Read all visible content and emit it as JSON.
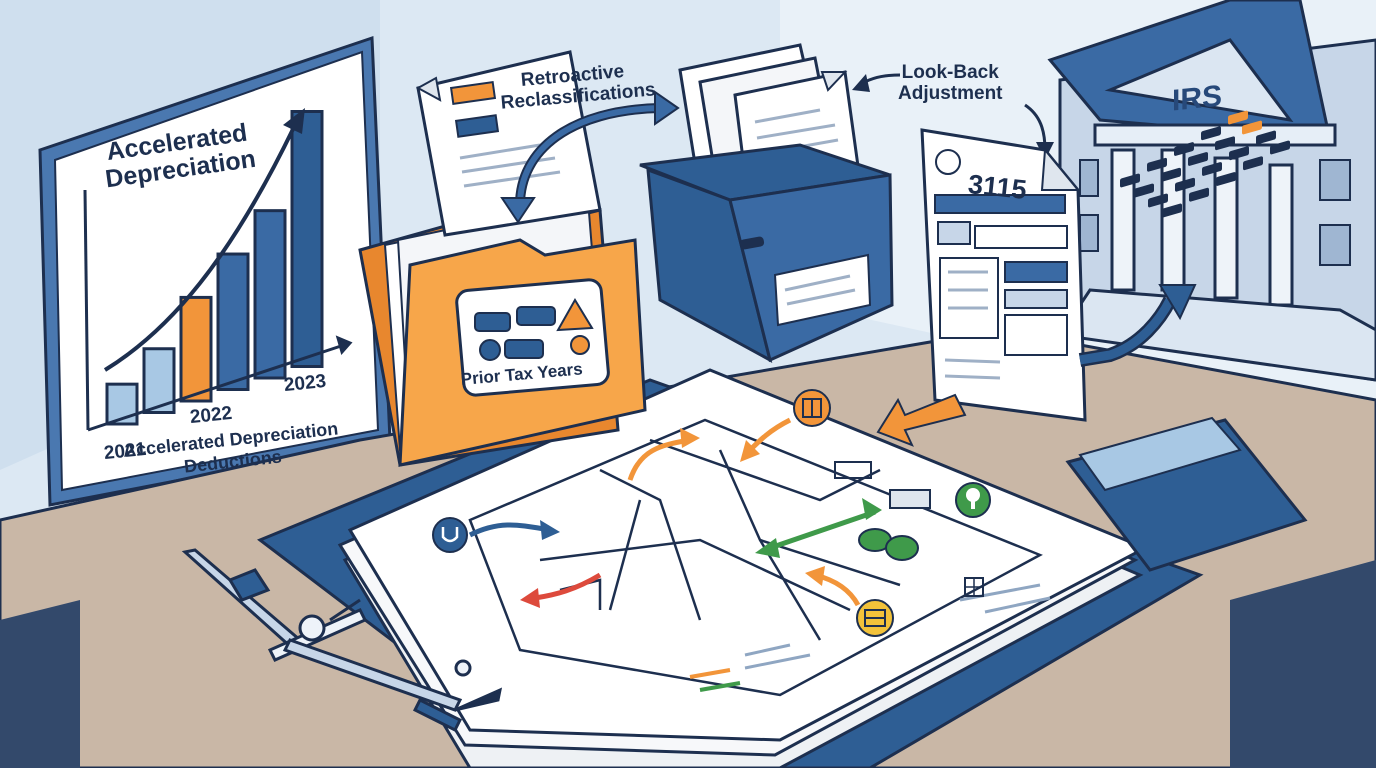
{
  "chart": {
    "title_line1": "Accelerated",
    "title_line2": "Depreciation",
    "ticks": [
      "2021",
      "2022",
      "2023"
    ],
    "caption_line1": "Accelerated Depreciation",
    "caption_line2": "Deductions"
  },
  "chart_data": {
    "type": "bar",
    "title": "Accelerated Depreciation",
    "categories": [
      "2021",
      "2022",
      "2023"
    ],
    "values": [
      1.0,
      1.6,
      2.6,
      3.4,
      4.2,
      6.4
    ],
    "trend": "increasing"
  },
  "folder": {
    "label": "Prior Tax Years"
  },
  "reclass": {
    "line1": "Retroactive",
    "line2": "Reclassifications"
  },
  "lookback": {
    "line1": "Look-Back",
    "line2": "Adjustment"
  },
  "form": {
    "number": "3115"
  },
  "building": {
    "label": "IRS"
  },
  "colors": {
    "navy": "#1d2f4f",
    "blue": "#2e5e94",
    "orange": "#f2953a",
    "green": "#3f9a4a",
    "red": "#dd4a3c",
    "desk": "#c9b7a6"
  },
  "icons": [
    "stethoscope-icon",
    "cabinet-icon",
    "tree-icon",
    "shelf-icon",
    "calculator-icon",
    "compass-tool"
  ]
}
